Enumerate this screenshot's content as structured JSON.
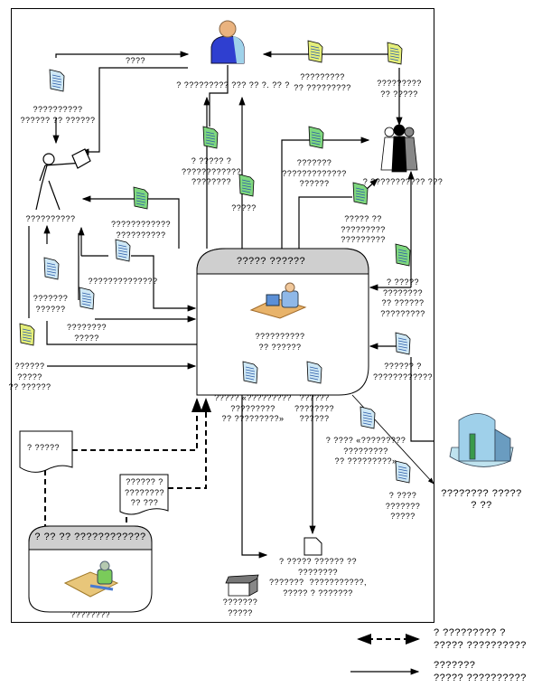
{
  "actors": {
    "manager": "? ????????? ??? ?? ?. ?? ?",
    "worker": "??????????",
    "group": "? ??????????? ???",
    "organization": "???????? ?????\n? ??"
  },
  "processes": {
    "main_title": "????? ??????",
    "main_caption": "??????????\n?? ??????",
    "sub_title": "? ?? ?? ????????????",
    "sub_caption": "????????"
  },
  "flows": {
    "top_left": "????",
    "doc_left_top": "??????????\n?????? ?? ??????",
    "doc_right1": "?????????\n?? ?????????",
    "doc_right2": "?????????\n?? ?????",
    "doc_mgr1": "? ????? ?\n????????????\n????????",
    "doc_mgr2": "?????",
    "doc_group1": "???????\n?????????????\n??????",
    "doc_group2": "????? ??\n?????????\n?????????",
    "doc_worker": "????????????\n??????????",
    "doc_mid": "??????????????",
    "doc_left1": "???????\n??????",
    "doc_left2": "????????\n?????",
    "doc_left3": "??????\n?????\n?? ??????",
    "right_in1": "? ?????\n????????\n?? ??????\n?????????",
    "right_in2": "?????? ?\n????????????",
    "out_diag": "? ???? «?????????\n?????????\n?? ?????????»",
    "out_diag2": "? ????\n???????\n?????",
    "out_bottom1": "????? «?????????\n?????????\n?? ?????????»",
    "out_bottom2": "??????\n????????\n??????",
    "paper1": "? ?????",
    "paper2": "?????? ?\n????????\n?? ???",
    "result_doc": "? ????? ?????? ??\n????????\n???????  ???????????,\n????? ? ???????",
    "box": "???????\n?????"
  },
  "legend": {
    "dashed": "? ????????? ?\n????? ??????????",
    "solid": "???????\n????? ??????????"
  },
  "colors": {
    "doc_blue": "#cfe8f5",
    "doc_green": "#7fd87f",
    "doc_yellow": "#e4ee7a",
    "header_gray": "#cfcfcf"
  }
}
